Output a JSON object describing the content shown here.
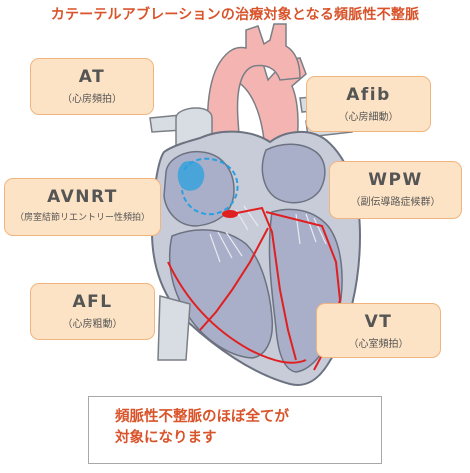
{
  "title": "カテーテルアブレーションの治療対象となる頻脈性不整脈",
  "labels": [
    {
      "id": "at",
      "abbr": "AT",
      "sub": "（心房頻拍）"
    },
    {
      "id": "afib",
      "abbr": "Afib",
      "sub": "（心房細動）"
    },
    {
      "id": "avnrt",
      "abbr": "AVNRT",
      "sub": "（房室結節リエントリー性頻拍）"
    },
    {
      "id": "wpw",
      "abbr": "WPW",
      "sub": "（副伝導路症候群）"
    },
    {
      "id": "afl",
      "abbr": "AFL",
      "sub": "（心房粗動）"
    },
    {
      "id": "vt",
      "abbr": "VT",
      "sub": "（心室頻拍）"
    }
  ],
  "note": {
    "line1": "頻脈性不整脈のほぼ全てが",
    "line2": "対象になります"
  },
  "colors": {
    "title": "#d9542b",
    "box_fill": "#fde3c5",
    "box_border": "#f0b57e",
    "conduction": "#e02020",
    "reentry": "#2aa0e0",
    "aorta": "#f4b5b2",
    "chamber": "#a9afc8",
    "vessel": "#d8dde3"
  }
}
